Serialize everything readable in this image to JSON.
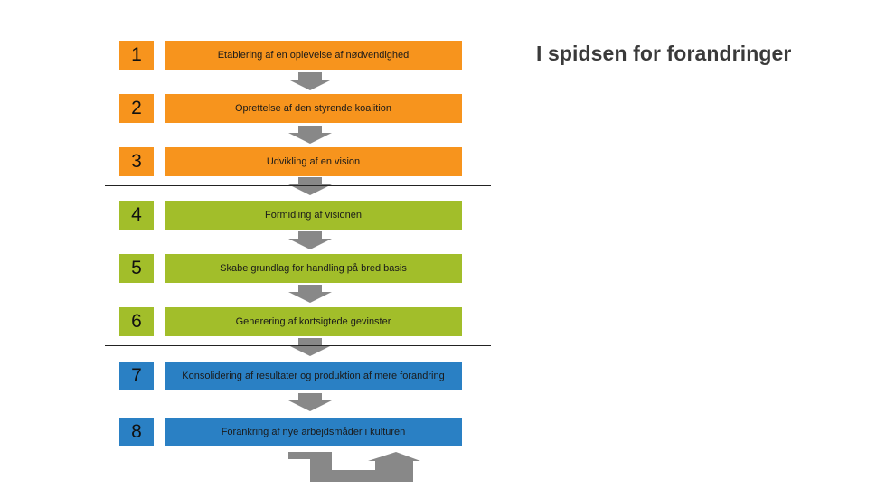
{
  "title": "I spidsen for forandringer",
  "colors": {
    "orange": "#f7941d",
    "green": "#a2be2a",
    "blue": "#2a80c4",
    "arrow": "#888888"
  },
  "steps": [
    {
      "number": "1",
      "label": "Etablering af en oplevelse af nødvendighed",
      "color": "orange"
    },
    {
      "number": "2",
      "label": "Oprettelse af den styrende koalition",
      "color": "orange"
    },
    {
      "number": "3",
      "label": "Udvikling af en vision",
      "color": "orange"
    },
    {
      "number": "4",
      "label": "Formidling af visionen",
      "color": "green"
    },
    {
      "number": "5",
      "label": "Skabe grundlag for handling på bred basis",
      "color": "green"
    },
    {
      "number": "6",
      "label": "Generering af kortsigtede gevinster",
      "color": "green"
    },
    {
      "number": "7",
      "label": "Konsolidering af resultater og produktion af mere forandring",
      "color": "blue"
    },
    {
      "number": "8",
      "label": "Forankring af nye arbejdsmåder i kulturen",
      "color": "blue"
    }
  ]
}
